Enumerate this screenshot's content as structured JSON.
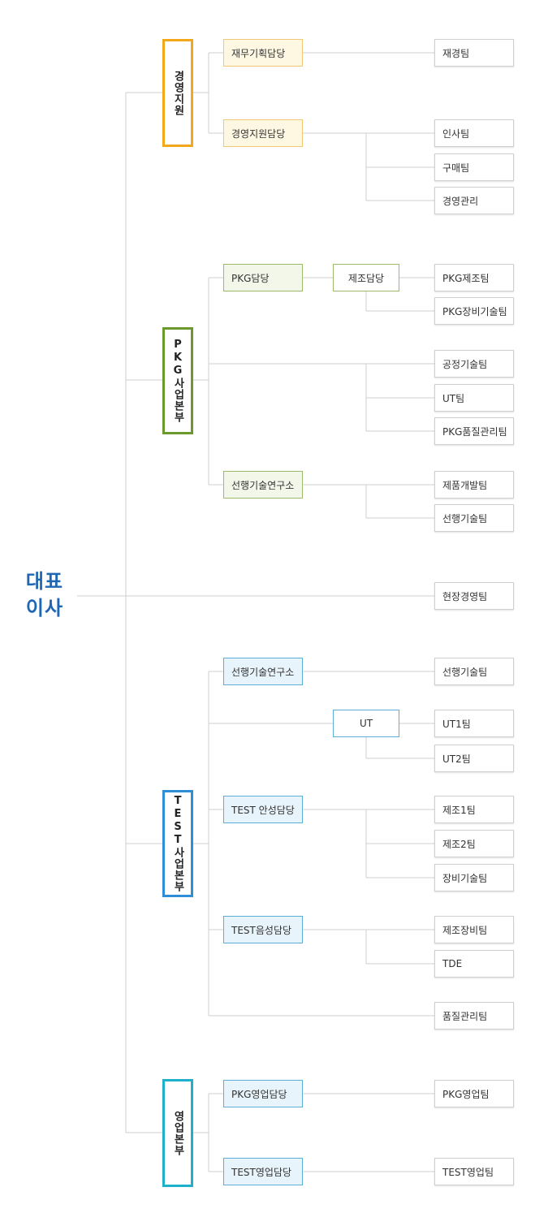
{
  "ceo": {
    "line1": "대표",
    "line2": "이사"
  },
  "colors": {
    "ceo": "#1f66b3",
    "yellow": "#f3a81c",
    "green": "#6a9a2c",
    "blue": "#2f8fd6",
    "cyan": "#1fb0cc"
  },
  "divisions": {
    "management": "경영지원",
    "pkg": "PKG사업본부",
    "test": "TEST사업본부",
    "sales": "영업본부"
  },
  "managers": {
    "finance": "재무기획담당",
    "mgmt_support": "경영지원담당",
    "pkg": "PKG담당",
    "pkg_rnd": "선행기술연구소",
    "test_rnd": "선행기술연구소",
    "test_ansung": "TEST 안성담당",
    "test_eumseong": "TEST음성담당",
    "pkg_sales": "PKG영업담당",
    "test_sales": "TEST영업담당"
  },
  "subs": {
    "manufacturing": "제조담당",
    "ut": "UT"
  },
  "teams": {
    "finance": "재경팀",
    "hr": "인사팀",
    "purchasing": "구매팀",
    "mgmt": "경영관리",
    "pkg_mfg": "PKG제조팀",
    "pkg_equip": "PKG장비기술팀",
    "process": "공정기술팀",
    "ut": "UT팀",
    "pkg_qa": "PKG품질관리팀",
    "product_dev": "제품개발팀",
    "adv_tech_pkg": "선행기술팀",
    "field_mgmt": "현장경영팀",
    "adv_tech_test": "선행기술팀",
    "ut1": "UT1팀",
    "ut2": "UT2팀",
    "mfg1": "제조1팀",
    "mfg2": "제조2팀",
    "equip": "장비기술팀",
    "mfg_equip": "제조장비팀",
    "tde": "TDE",
    "qa": "품질관리팀",
    "pkg_sales": "PKG영업팀",
    "test_sales": "TEST영업팀"
  }
}
